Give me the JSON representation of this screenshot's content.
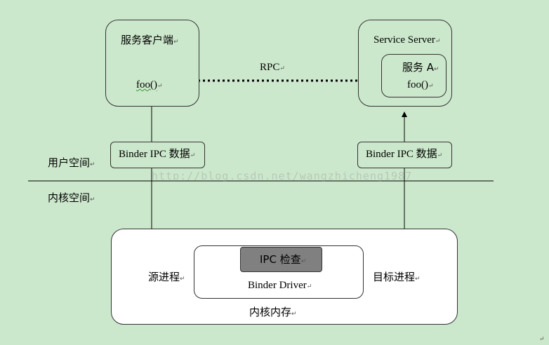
{
  "client": {
    "title": "服务客户端",
    "call": "foo()"
  },
  "server": {
    "title": "Service Server",
    "service": "服务 A",
    "call": "foo()"
  },
  "rpc_label": "RPC",
  "ipc_left": "Binder IPC  数据",
  "ipc_right": "Binder IPC  数据",
  "user_space": "用户空间",
  "kernel_space": "内核空间",
  "kernel": {
    "memory_label": "内核内存",
    "driver_label": "Binder Driver",
    "check_label": "IPC 检查",
    "source_process": "源进程",
    "target_process": "目标进程"
  },
  "watermark": "http://blog.csdn.net/wangzhicheng1987",
  "paragraph_mark": "↵"
}
